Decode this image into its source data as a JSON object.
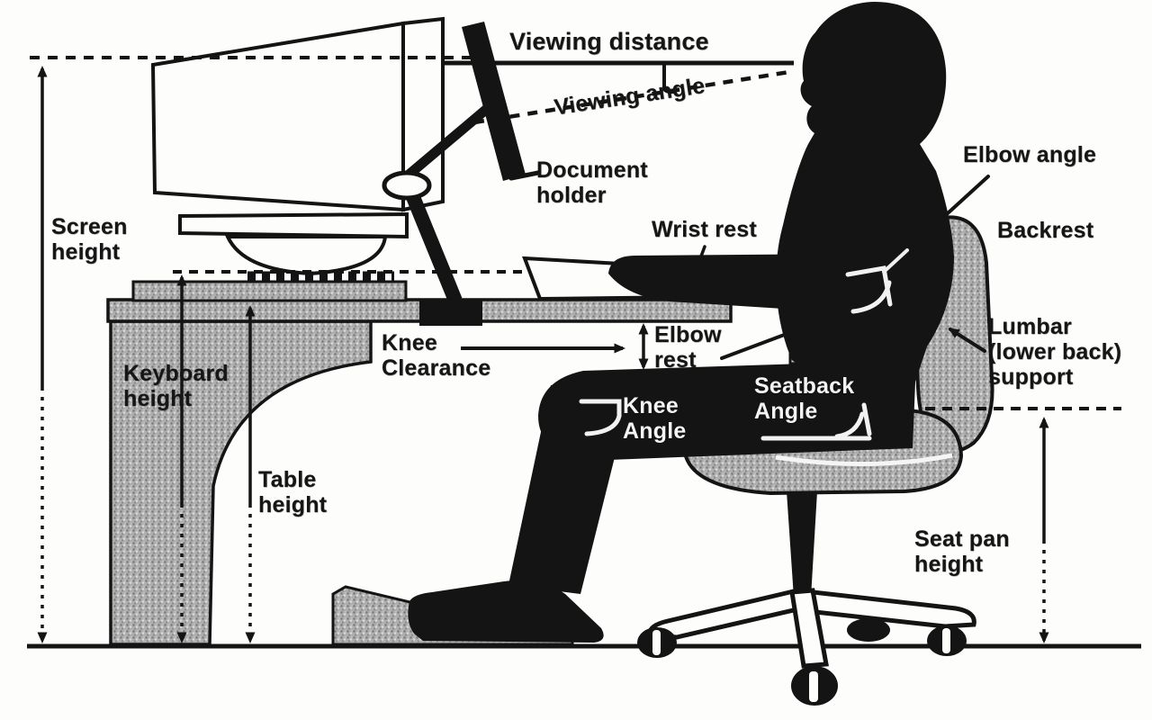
{
  "diagram": {
    "subject": "ergonomic computer workstation posture diagram",
    "colors": {
      "paper": "#fdfdfc",
      "ink": "#141414",
      "texture_gray": "#aeaeae",
      "white_label": "#f4f4f4"
    },
    "icons": {
      "elbow_angle_marker": "right-angle-with-arc",
      "knee_angle_marker": "right-angle-with-arc",
      "seatback_angle_marker": "right-angle-with-arc"
    },
    "labels": {
      "viewing_distance": "Viewing distance",
      "viewing_angle": "Viewing angle",
      "document_holder": [
        "Document",
        "holder"
      ],
      "wrist_rest": "Wrist rest",
      "elbow_angle": "Elbow angle",
      "backrest": "Backrest",
      "lumbar_support": [
        "Lumbar",
        "(lower back)",
        "support"
      ],
      "screen_height": [
        "Screen",
        "height"
      ],
      "keyboard_height": [
        "Keyboard",
        "height"
      ],
      "knee_clearance": [
        "Knee",
        "Clearance"
      ],
      "elbow_rest": [
        "Elbow",
        "rest"
      ],
      "knee_angle": [
        "Knee",
        "Angle"
      ],
      "seatback_angle": [
        "Seatback",
        "Angle"
      ],
      "table_height": [
        "Table",
        "height"
      ],
      "seat_pan_height": [
        "Seat pan",
        "height"
      ]
    }
  }
}
